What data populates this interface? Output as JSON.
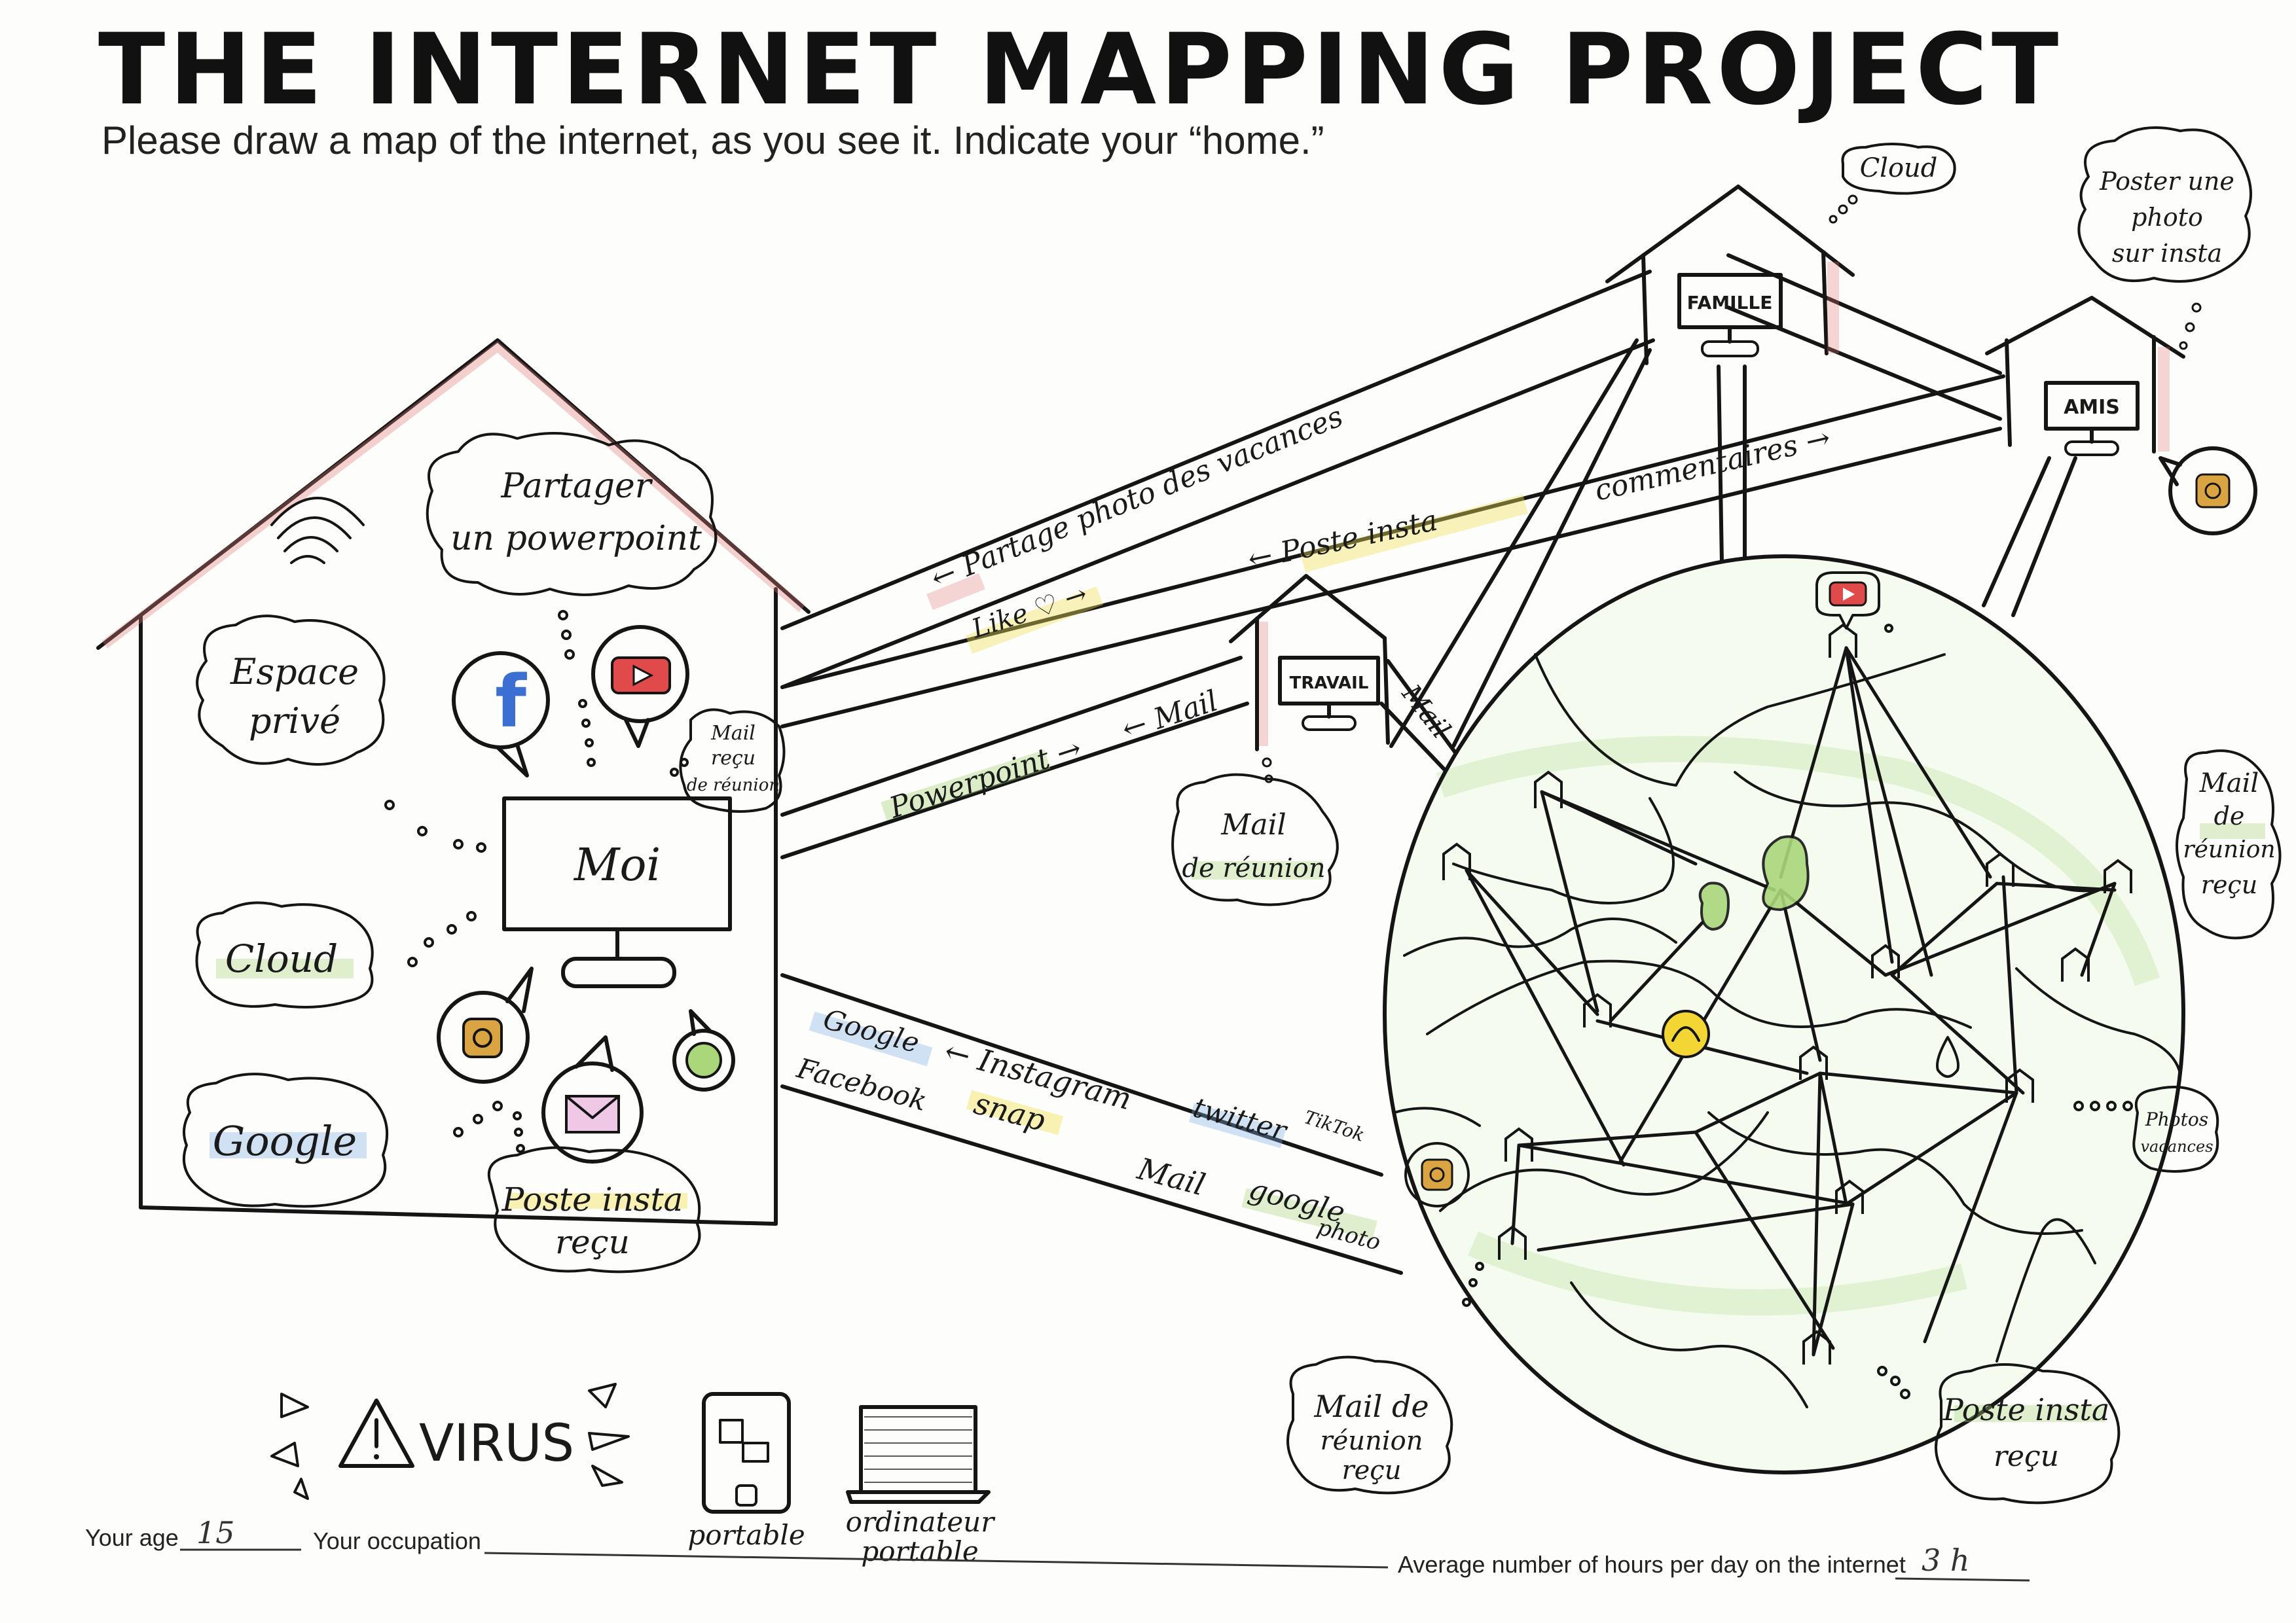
{
  "header": {
    "title": "THE INTERNET MAPPING PROJECT",
    "subtitle": "Please draw a map of the internet, as you see it. Indicate your “home.”"
  },
  "houses": {
    "home": {
      "screen_label": "Moi"
    },
    "famille": {
      "sign": "FAMILLE"
    },
    "amis": {
      "sign": "AMIS"
    },
    "travail": {
      "sign": "TRAVAIL"
    }
  },
  "bubbles": {
    "partager": [
      "Partager",
      "un powerpoint"
    ],
    "espace": [
      "Espace",
      "privé"
    ],
    "cloud_home": [
      "Cloud"
    ],
    "google_home": [
      "Google"
    ],
    "poste_insta_home": [
      "Poste insta",
      "reçu"
    ],
    "mail_recu_home": [
      "Mail",
      "reçu",
      "de réunion"
    ],
    "cloud_top": [
      "Cloud"
    ],
    "poster_photo": [
      "Poster une",
      "photo",
      "sur insta"
    ],
    "mail_reunion_travail": [
      "Mail",
      "de réunion"
    ],
    "mail_reunion_recu_right": [
      "Mail",
      "de",
      "réunion",
      "reçu"
    ],
    "photos_vacances": [
      "Photos",
      "vacances"
    ],
    "mail_reunion_recu_bottom": [
      "Mail de",
      "réunion",
      "reçu"
    ],
    "poste_insta_bottom": [
      "Poste insta",
      "reçu"
    ]
  },
  "roads": {
    "partage_photo": "← Partage photo des vacances",
    "like": "Like ♡ →",
    "poste_insta": "← Poste insta",
    "commentaires": "commentaires →",
    "powerpoint": "Powerpoint →",
    "mail_left": "← Mail",
    "mail_travail": "Mail",
    "google": "Google",
    "instagram": "← Instagram",
    "twitter": "twitter",
    "tiktok": "TikTok",
    "facebook": "Facebook",
    "snap": "snap",
    "mail_bottom": "Mail",
    "google_photo_1": "google",
    "google_photo_2": "photo"
  },
  "legend": {
    "virus": "VIRUS",
    "phone_caption": "portable",
    "laptop_caption_1": "ordinateur",
    "laptop_caption_2": "portable"
  },
  "form": {
    "age_label": "Your age",
    "age_value": "15",
    "occupation_label": "Your occupation",
    "hours_label": "Average number of hours per day on the internet",
    "hours_value": "3 h"
  },
  "colors": {
    "red": "#e07a7a",
    "yellow": "#f2e35a",
    "green": "#a9d77a",
    "blue": "#7fb0e6",
    "youtube": "#e04a4a",
    "facebook": "#3b6fd1",
    "instagram": "#d9a441",
    "snapchat": "#f3d633"
  }
}
